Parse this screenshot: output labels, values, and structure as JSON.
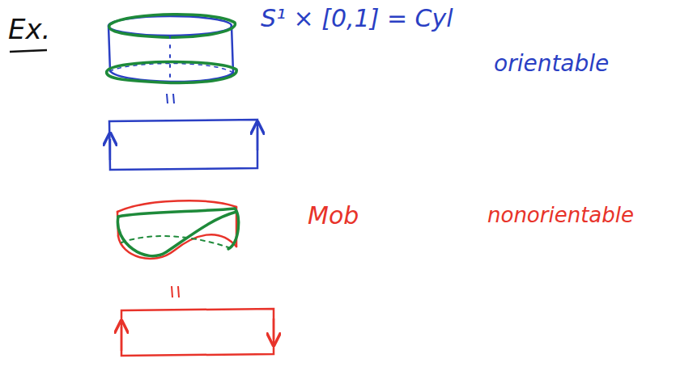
{
  "diagram": {
    "labels": [
      "Ex.",
      "S¹ × [0,1] = Cyl",
      "orientable",
      "Mob",
      "nonorientable"
    ]
  }
}
